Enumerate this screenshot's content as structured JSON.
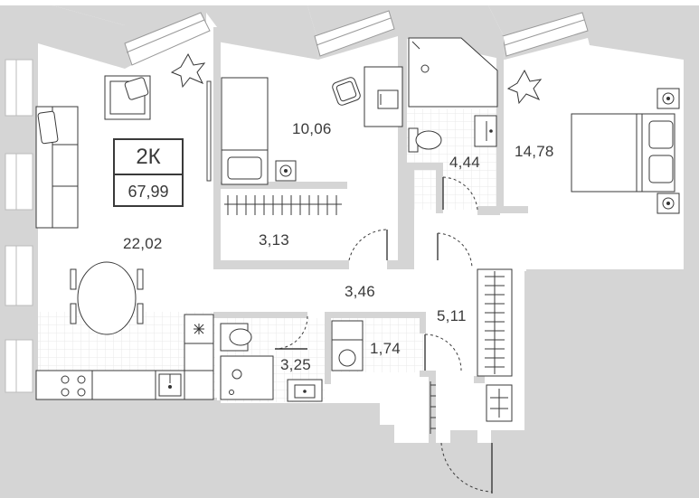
{
  "apartment": {
    "type": "2К",
    "total_area": "67,99"
  },
  "rooms": [
    {
      "id": "living-kitchen",
      "area": "22,02"
    },
    {
      "id": "bedroom-small",
      "area": "10,06"
    },
    {
      "id": "bathroom-top",
      "area": "4,44"
    },
    {
      "id": "bedroom-large",
      "area": "14,78"
    },
    {
      "id": "wardrobe",
      "area": "3,13"
    },
    {
      "id": "hallway",
      "area": "3,46"
    },
    {
      "id": "corridor",
      "area": "5,11"
    },
    {
      "id": "laundry",
      "area": "1,74"
    },
    {
      "id": "bathroom-bottom",
      "area": "3,25"
    }
  ],
  "icons": [
    "plant-icon",
    "armchair-icon",
    "sofa-icon",
    "dining-table-icon",
    "stove-icon",
    "sink-icon",
    "fridge-icon",
    "bed-icon",
    "desk-icon",
    "toilet-icon",
    "shower-icon",
    "washing-machine-icon",
    "wardrobe-rail-icon",
    "electric-panel-icon"
  ],
  "colors": {
    "wall": "#d5d5d5",
    "line": "#3a3a3a",
    "background": "#ffffff"
  }
}
